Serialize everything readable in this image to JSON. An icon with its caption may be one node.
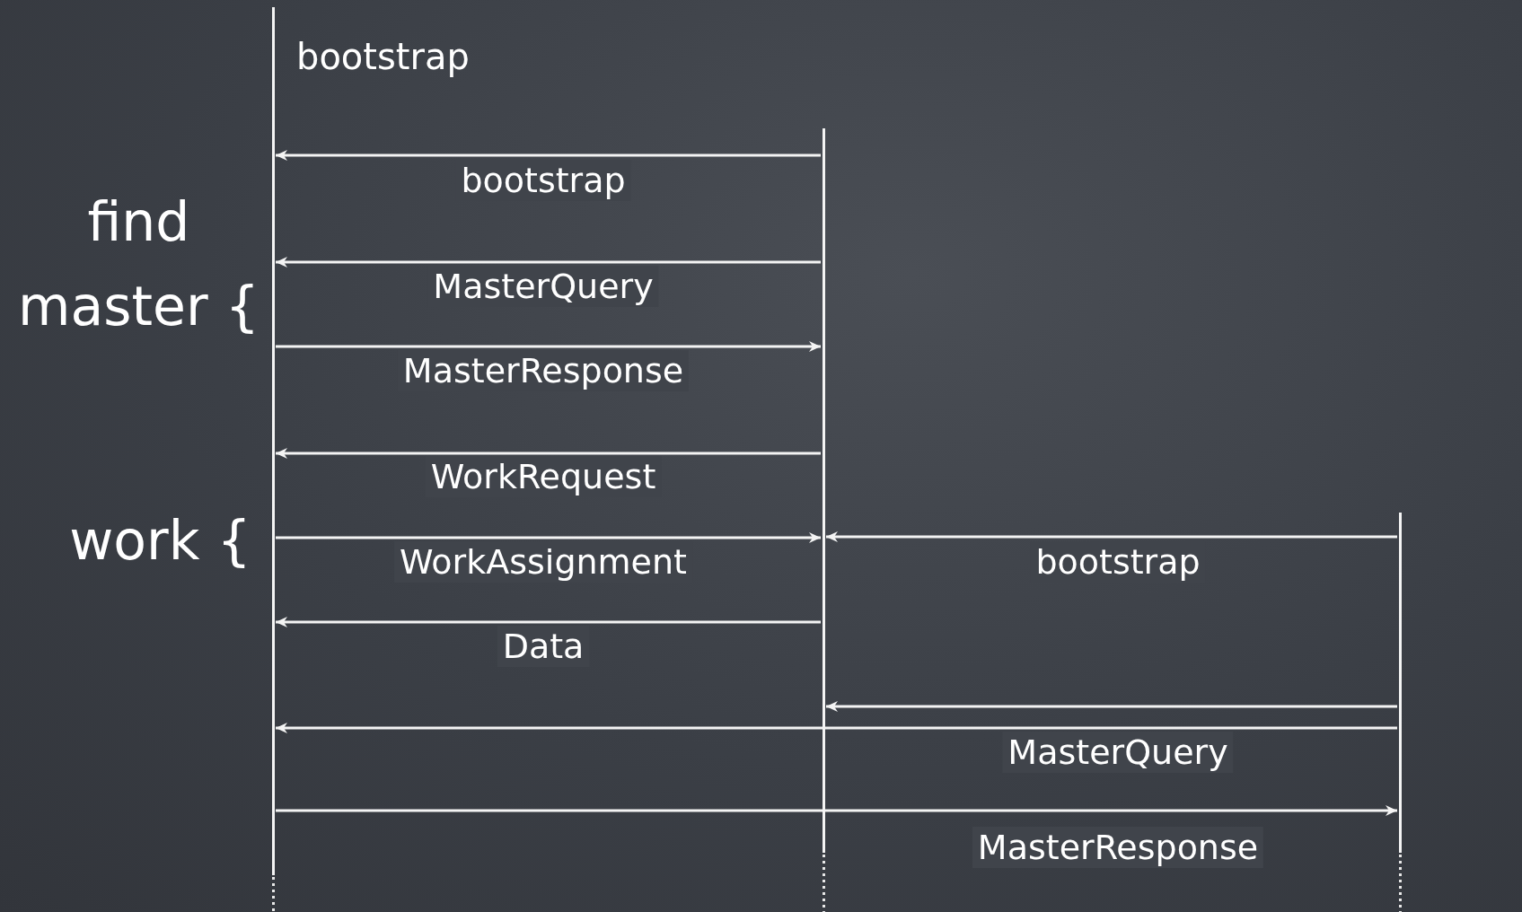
{
  "diagram": {
    "nodes": [
      {
        "text": [],
        "shape": "bar",
        "beside": [
          "bootstrap"
        ]
      },
      {
        "text": [],
        "shape": "bar"
      },
      {
        "text": [],
        "shape": "bar"
      }
    ],
    "edges": [
      {
        "from": 1,
        "to": 0,
        "arrow": "to",
        "label": "bootstrap"
      },
      {
        "from": 1,
        "to": 0,
        "arrow": "to",
        "label": "MasterQuery"
      },
      {
        "from": 0,
        "to": 1,
        "arrow": "to",
        "label": "MasterResponse"
      },
      {
        "from": 1,
        "to": 0,
        "arrow": "to",
        "label": "WorkRequest"
      },
      {
        "from": 0,
        "to": 1,
        "arrow": "to",
        "label": "WorkAssignment"
      },
      {
        "from": 2,
        "to": 1,
        "arrow": "to",
        "label": "bootstrap"
      },
      {
        "from": 1,
        "to": 0,
        "arrow": "to",
        "label": "Data"
      },
      {
        "from": 2,
        "to": 1,
        "arrow": "to"
      },
      {
        "from": 2,
        "to": 0,
        "arrow": "to",
        "label": "MasterQuery"
      },
      {
        "from": 0,
        "to": 2,
        "arrow": "to",
        "label": "MasterResponse"
      }
    ],
    "labels": [
      "find master {",
      "work {"
    ]
  }
}
